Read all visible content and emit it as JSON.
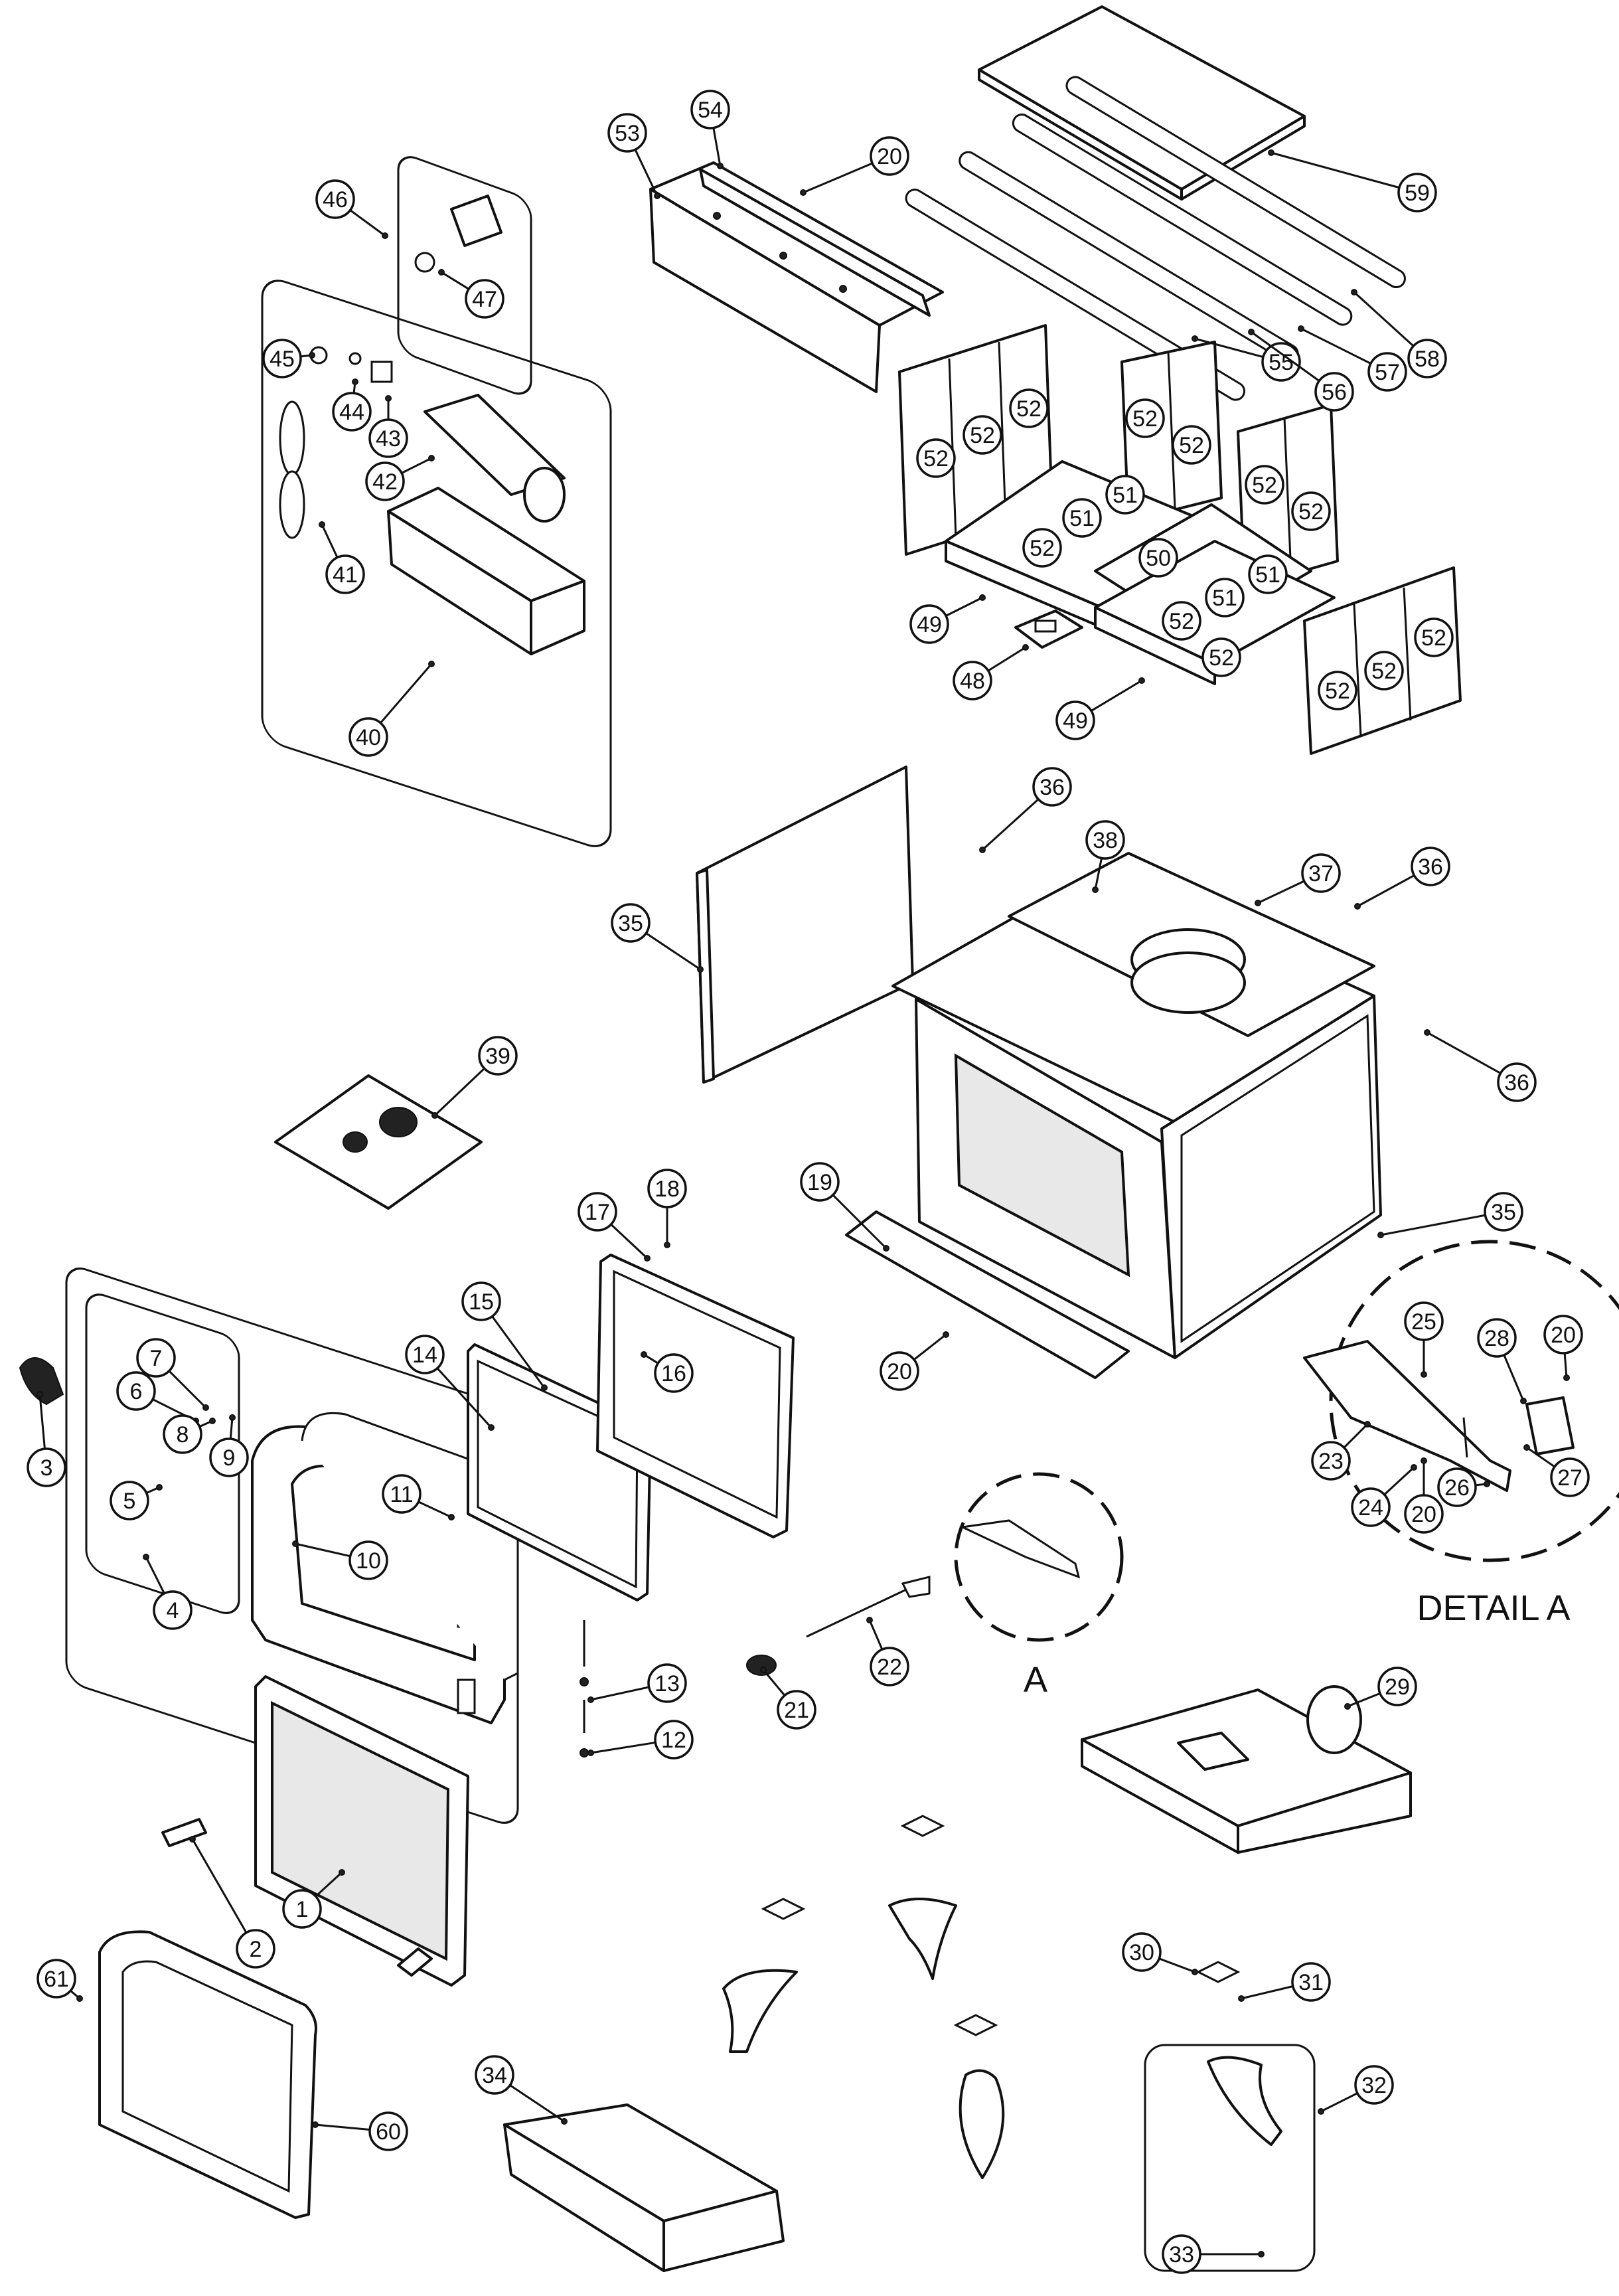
{
  "diagram": {
    "callouts": [
      {
        "id": "c1",
        "label": "1"
      },
      {
        "id": "c2",
        "label": "2"
      },
      {
        "id": "c3",
        "label": "3"
      },
      {
        "id": "c4",
        "label": "4"
      },
      {
        "id": "c5",
        "label": "5"
      },
      {
        "id": "c6",
        "label": "6"
      },
      {
        "id": "c7",
        "label": "7"
      },
      {
        "id": "c8",
        "label": "8"
      },
      {
        "id": "c9",
        "label": "9"
      },
      {
        "id": "c10",
        "label": "10"
      },
      {
        "id": "c11",
        "label": "11"
      },
      {
        "id": "c12",
        "label": "12"
      },
      {
        "id": "c13",
        "label": "13"
      },
      {
        "id": "c14",
        "label": "14"
      },
      {
        "id": "c15",
        "label": "15"
      },
      {
        "id": "c16",
        "label": "16"
      },
      {
        "id": "c17",
        "label": "17"
      },
      {
        "id": "c18",
        "label": "18"
      },
      {
        "id": "c19",
        "label": "19"
      },
      {
        "id": "c20a",
        "label": "20"
      },
      {
        "id": "c20b",
        "label": "20"
      },
      {
        "id": "c20c",
        "label": "20"
      },
      {
        "id": "c20d",
        "label": "20"
      },
      {
        "id": "c21",
        "label": "21"
      },
      {
        "id": "c22",
        "label": "22"
      },
      {
        "id": "c23",
        "label": "23"
      },
      {
        "id": "c24",
        "label": "24"
      },
      {
        "id": "c25",
        "label": "25"
      },
      {
        "id": "c26",
        "label": "26"
      },
      {
        "id": "c27",
        "label": "27"
      },
      {
        "id": "c28",
        "label": "28"
      },
      {
        "id": "c29",
        "label": "29"
      },
      {
        "id": "c30",
        "label": "30"
      },
      {
        "id": "c31",
        "label": "31"
      },
      {
        "id": "c32",
        "label": "32"
      },
      {
        "id": "c33",
        "label": "33"
      },
      {
        "id": "c34",
        "label": "34"
      },
      {
        "id": "c35a",
        "label": "35"
      },
      {
        "id": "c35b",
        "label": "35"
      },
      {
        "id": "c36a",
        "label": "36"
      },
      {
        "id": "c36b",
        "label": "36"
      },
      {
        "id": "c36c",
        "label": "36"
      },
      {
        "id": "c37",
        "label": "37"
      },
      {
        "id": "c38",
        "label": "38"
      },
      {
        "id": "c39",
        "label": "39"
      },
      {
        "id": "c40",
        "label": "40"
      },
      {
        "id": "c41",
        "label": "41"
      },
      {
        "id": "c42",
        "label": "42"
      },
      {
        "id": "c43",
        "label": "43"
      },
      {
        "id": "c44",
        "label": "44"
      },
      {
        "id": "c45",
        "label": "45"
      },
      {
        "id": "c46",
        "label": "46"
      },
      {
        "id": "c47",
        "label": "47"
      },
      {
        "id": "c48",
        "label": "48"
      },
      {
        "id": "c49a",
        "label": "49"
      },
      {
        "id": "c49b",
        "label": "49"
      },
      {
        "id": "c50",
        "label": "50"
      },
      {
        "id": "c51a",
        "label": "51"
      },
      {
        "id": "c51b",
        "label": "51"
      },
      {
        "id": "c51c",
        "label": "51"
      },
      {
        "id": "c51d",
        "label": "51"
      },
      {
        "id": "c52a",
        "label": "52"
      },
      {
        "id": "c52b",
        "label": "52"
      },
      {
        "id": "c52c",
        "label": "52"
      },
      {
        "id": "c52d",
        "label": "52"
      },
      {
        "id": "c52e",
        "label": "52"
      },
      {
        "id": "c52f",
        "label": "52"
      },
      {
        "id": "c52g",
        "label": "52"
      },
      {
        "id": "c52h",
        "label": "52"
      },
      {
        "id": "c52i",
        "label": "52"
      },
      {
        "id": "c52j",
        "label": "52"
      },
      {
        "id": "c52k",
        "label": "52"
      },
      {
        "id": "c52l",
        "label": "52"
      },
      {
        "id": "c52m",
        "label": "52"
      },
      {
        "id": "c53",
        "label": "53"
      },
      {
        "id": "c54",
        "label": "54"
      },
      {
        "id": "c55",
        "label": "55"
      },
      {
        "id": "c56",
        "label": "56"
      },
      {
        "id": "c57",
        "label": "57"
      },
      {
        "id": "c58",
        "label": "58"
      },
      {
        "id": "c59",
        "label": "59"
      },
      {
        "id": "c60",
        "label": "60"
      },
      {
        "id": "c61",
        "label": "61"
      }
    ],
    "detail_a_label": "DETAIL A",
    "detail_a_ref_label": "A"
  }
}
